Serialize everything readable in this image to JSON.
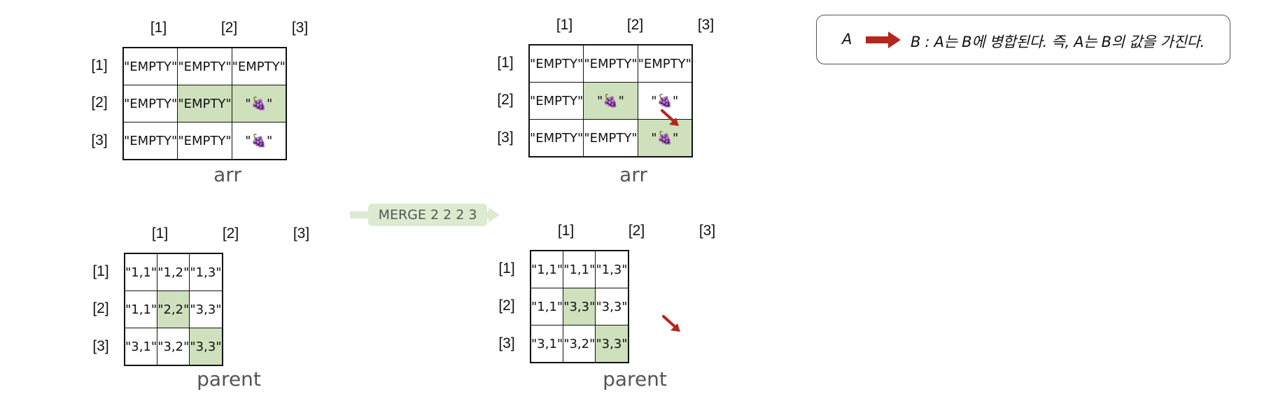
{
  "panels": [
    {
      "id": "arr-before",
      "col_labels": [
        "[1]",
        "[2]",
        "[3]"
      ],
      "row_labels": [
        "[1]",
        "[2]",
        "[3]"
      ],
      "cells": [
        [
          "\"EMPTY\"",
          "\"EMPTY\"",
          "\"EMPTY\""
        ],
        [
          "\"EMPTY\"",
          "\"EMPTY\"",
          "\"🍇\""
        ],
        [
          "\"EMPTY\"",
          "\"EMPTY\"",
          "\"🍇\""
        ]
      ],
      "highlighted": [
        [
          1,
          1
        ],
        [
          1,
          2
        ]
      ],
      "caption": "arr"
    },
    {
      "id": "arr-after",
      "col_labels": [
        "[1]",
        "[2]",
        "[3]"
      ],
      "row_labels": [
        "[1]",
        "[2]",
        "[3]"
      ],
      "cells": [
        [
          "\"EMPTY\"",
          "\"EMPTY\"",
          "\"EMPTY\""
        ],
        [
          "\"EMPTY\"",
          "\"🍇\"",
          "\"🍇\""
        ],
        [
          "\"EMPTY\"",
          "\"EMPTY\"",
          "\"🍇\""
        ]
      ],
      "highlighted": [
        [
          1,
          1
        ],
        [
          2,
          2
        ]
      ],
      "caption": "arr"
    },
    {
      "id": "parent-before",
      "col_labels": [
        "[1]",
        "[2]",
        "[3]"
      ],
      "row_labels": [
        "[1]",
        "[2]",
        "[3]"
      ],
      "cells": [
        [
          "\"1,1\"",
          "\"1,2\"",
          "\"1,3\""
        ],
        [
          "\"1,1\"",
          "\"2,2\"",
          "\"3,3\""
        ],
        [
          "\"3,1\"",
          "\"3,2\"",
          "\"3,3\""
        ]
      ],
      "highlighted": [
        [
          1,
          1
        ],
        [
          2,
          2
        ]
      ],
      "caption": "parent"
    },
    {
      "id": "parent-after",
      "col_labels": [
        "[1]",
        "[2]",
        "[3]"
      ],
      "row_labels": [
        "[1]",
        "[2]",
        "[3]"
      ],
      "cells": [
        [
          "\"1,1\"",
          "\"1,1\"",
          "\"1,3\""
        ],
        [
          "\"1,1\"",
          "\"3,3\"",
          "\"3,3\""
        ],
        [
          "\"3,1\"",
          "\"3,2\"",
          "\"3,3\""
        ]
      ],
      "highlighted": [
        [
          1,
          1
        ],
        [
          2,
          2
        ]
      ],
      "caption": "parent"
    }
  ],
  "merge_label": "MERGE 2 2 2 3",
  "legend": {
    "a": "A",
    "text": "B : A는 B에 병합된다. 즉, A는 B의 값을 가진다."
  },
  "colors": {
    "highlight": "#cfe0bd",
    "merge_arrow": "#dcebd0",
    "merge_arrow_text": "#555555",
    "red_arrow": "#b5261e",
    "caption": "#555555"
  }
}
